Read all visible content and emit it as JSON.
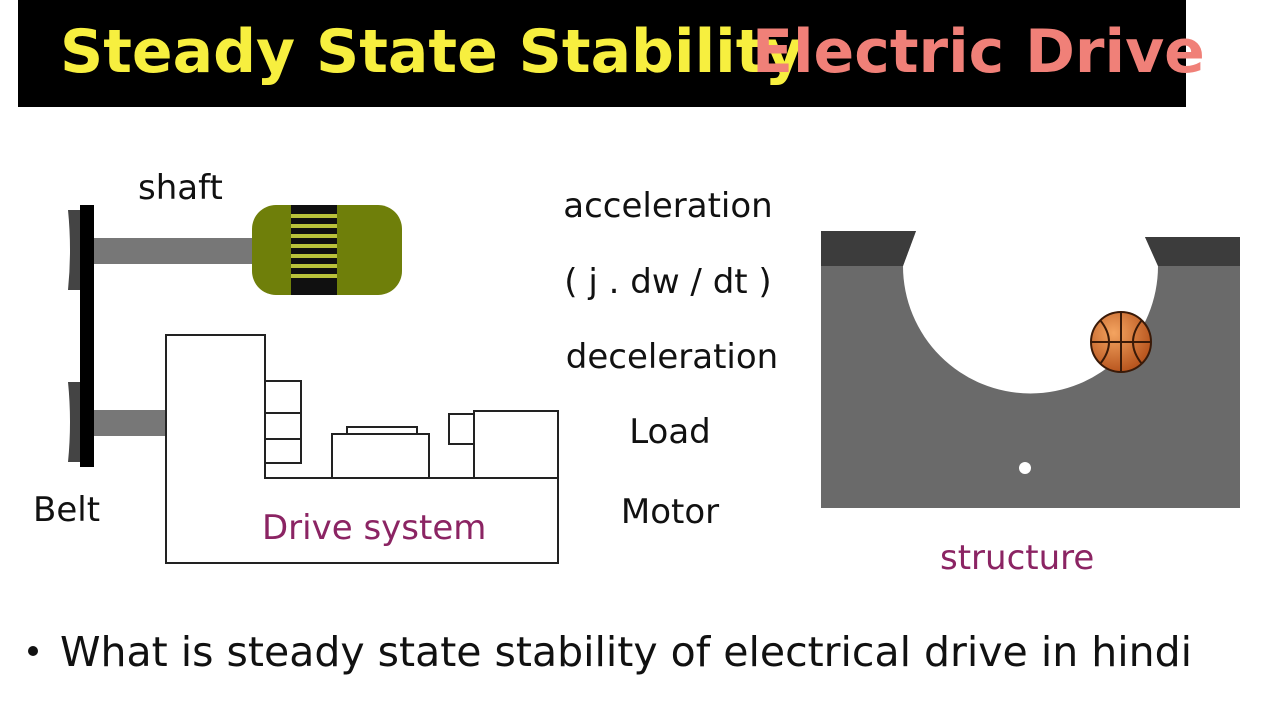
{
  "title": {
    "part1": "Steady State Stability",
    "part2": "Electric Drive",
    "colors": {
      "background": "#000000",
      "part1": "#f7ef3f",
      "part2": "#f08078"
    }
  },
  "left_diagram": {
    "shaft_label": "shaft",
    "belt_label": "Belt",
    "drive_label": "Drive system",
    "colors": {
      "motor": "#6f7f0a",
      "shaft": "#777777",
      "belt": "#000000",
      "drive_label": "#8b2463"
    }
  },
  "terms": [
    "acceleration",
    "( j . dw / dt )",
    "deceleration",
    "Load",
    "Motor"
  ],
  "right_diagram": {
    "caption": "structure",
    "colors": {
      "block": "#6a6a6a",
      "rim": "#3c3c3c",
      "ball": "#d2691e",
      "caption": "#8b2463"
    }
  },
  "bullet": "What is steady state stability of electrical drive in hindi"
}
